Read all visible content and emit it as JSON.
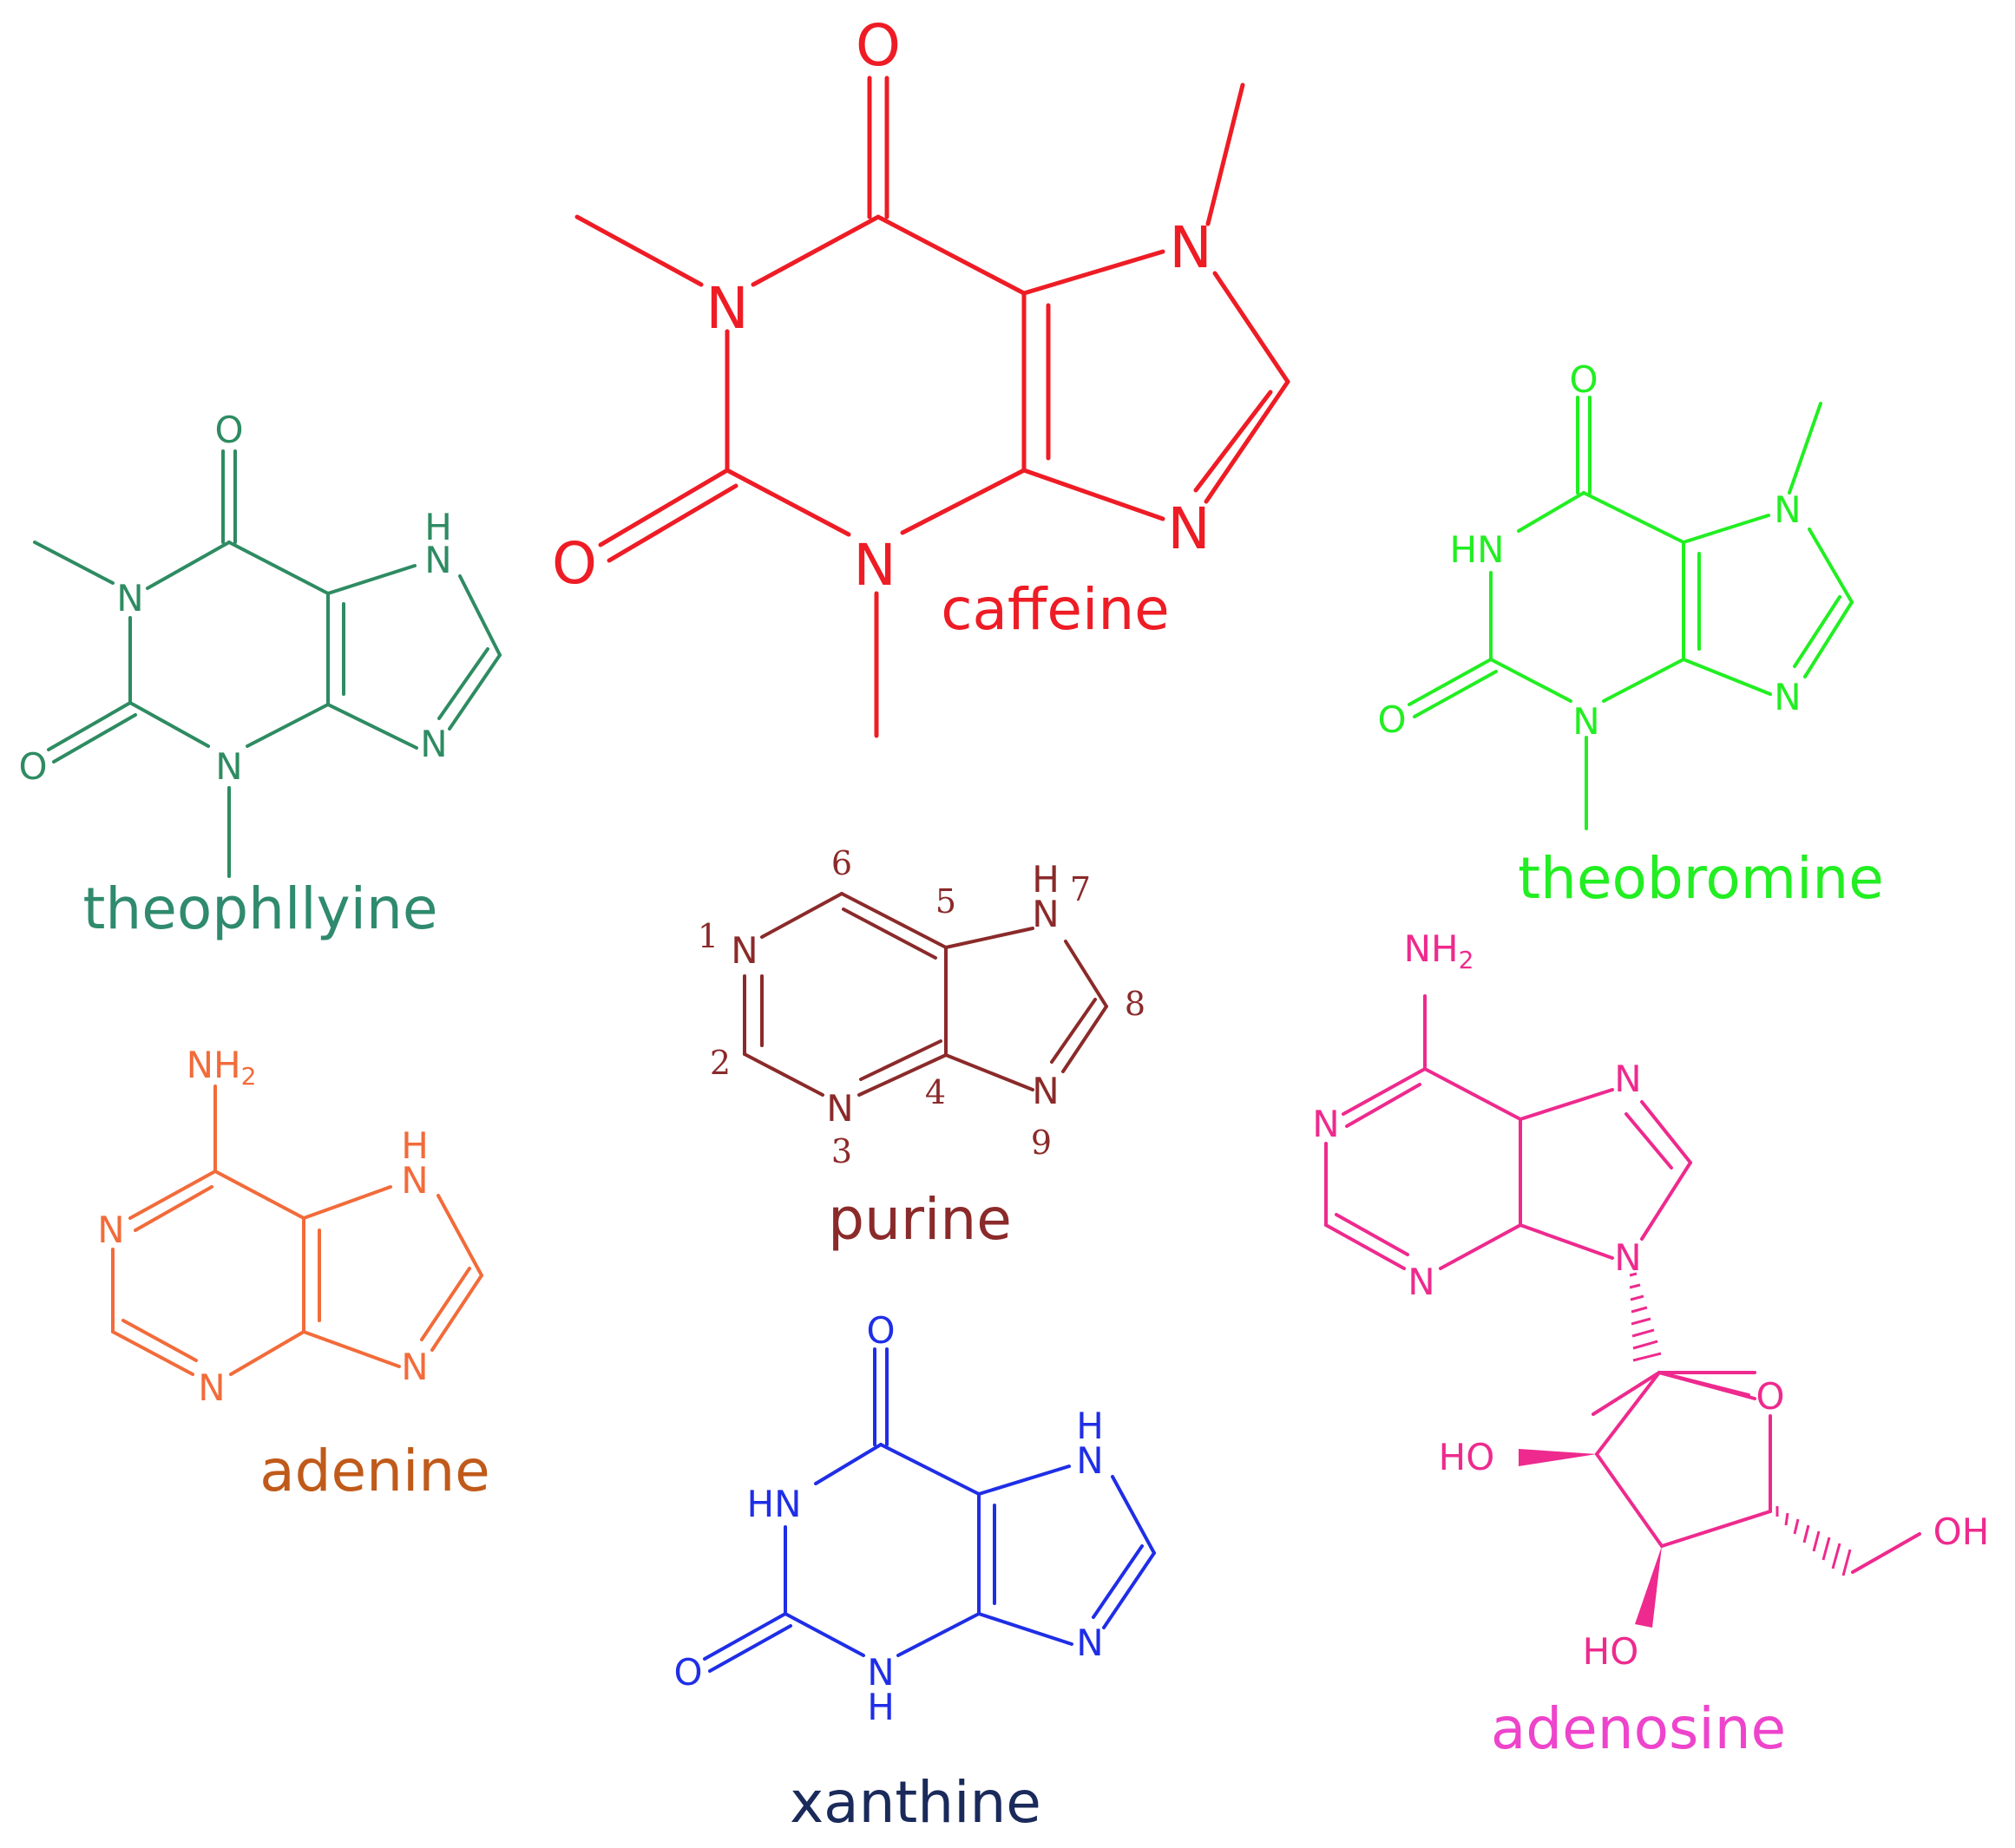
{
  "molecules": {
    "caffeine": {
      "name": "caffeine",
      "color": "#ee1c25",
      "atoms": {
        "o_top": "O",
        "n1": "N",
        "n7": "N",
        "o_left": "O",
        "n3": "N",
        "n9": "N"
      }
    },
    "theophylline": {
      "name": "theophllyine",
      "color": "#2e8b62",
      "label_color": "#2f8a6e",
      "atoms": {
        "o_top": "O",
        "n1": "N",
        "h7": "H",
        "n7": "N",
        "o_left": "O",
        "n3": "N",
        "n9": "N"
      }
    },
    "theobromine": {
      "name": "theobromine",
      "color": "#22ee22",
      "atoms": {
        "o_top": "O",
        "hn1": "HN",
        "n7": "N",
        "o_left": "O",
        "n3": "N",
        "n9": "N"
      }
    },
    "purine": {
      "name": "purine",
      "color": "#8b2a2a",
      "atoms": {
        "n1": "N",
        "h7": "H",
        "n7": "N",
        "n3": "N",
        "n9": "N"
      },
      "numbers": {
        "p1": "1",
        "p2": "2",
        "p3": "3",
        "p4": "4",
        "p5": "5",
        "p6": "6",
        "p7": "7",
        "p8": "8",
        "p9": "9"
      }
    },
    "adenine": {
      "name": "adenine",
      "color": "#f26b3a",
      "label_color": "#c05a1a",
      "atoms": {
        "nh2": "NH",
        "nh2_sub": "2",
        "n1": "N",
        "h7": "H",
        "n7": "N",
        "n3": "N",
        "n9": "N"
      }
    },
    "xanthine": {
      "name": "xanthine",
      "color": "#1f2ee6",
      "label_color": "#1a2a5a",
      "atoms": {
        "o_top": "O",
        "hn1": "HN",
        "h7": "H",
        "n7": "N",
        "o_left": "O",
        "n3": "N",
        "h3": "H",
        "n9": "N"
      }
    },
    "adenosine": {
      "name": "adenosine",
      "color": "#ee2a8e",
      "label_color": "#ee44cc",
      "atoms": {
        "nh2": "NH",
        "nh2_sub": "2",
        "n1": "N",
        "n7": "N",
        "n3": "N",
        "n9": "N",
        "o_ring": "O",
        "ho2": "HO",
        "ho3": "HO",
        "oh5": "OH"
      }
    }
  }
}
